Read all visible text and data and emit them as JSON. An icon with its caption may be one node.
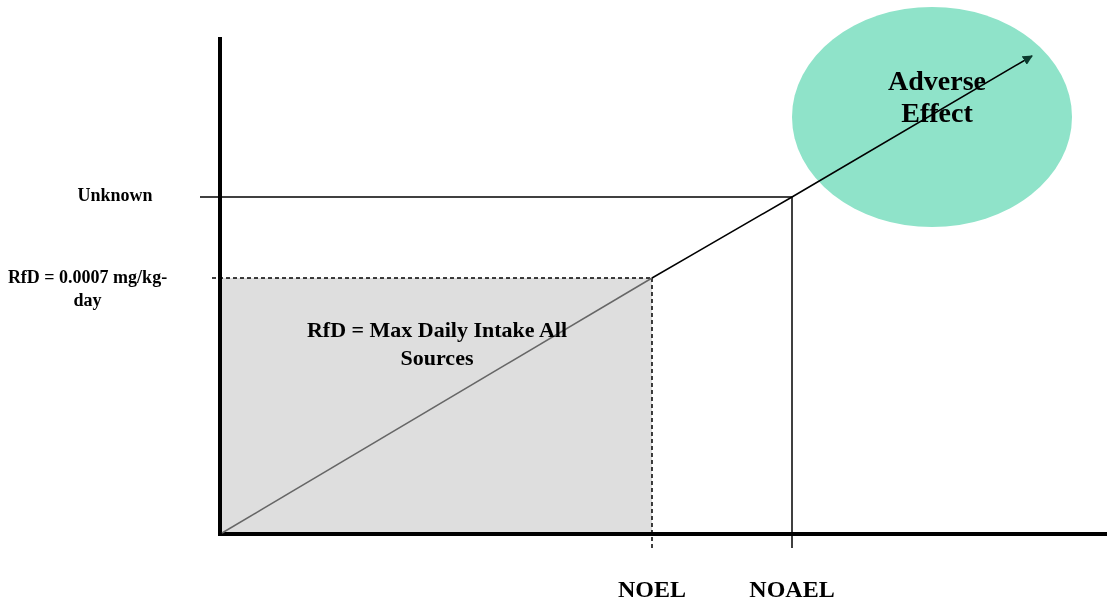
{
  "diagram": {
    "nodes": [
      {
        "text": [
          "RfD = Max Daily Intake All Sources"
        ]
      },
      {
        "text": [
          "Adverse Effect"
        ]
      }
    ],
    "labels": [
      "Unknown",
      "RfD = 0.0007 mg/kg-day",
      "NOEL",
      "NOAEL"
    ]
  }
}
